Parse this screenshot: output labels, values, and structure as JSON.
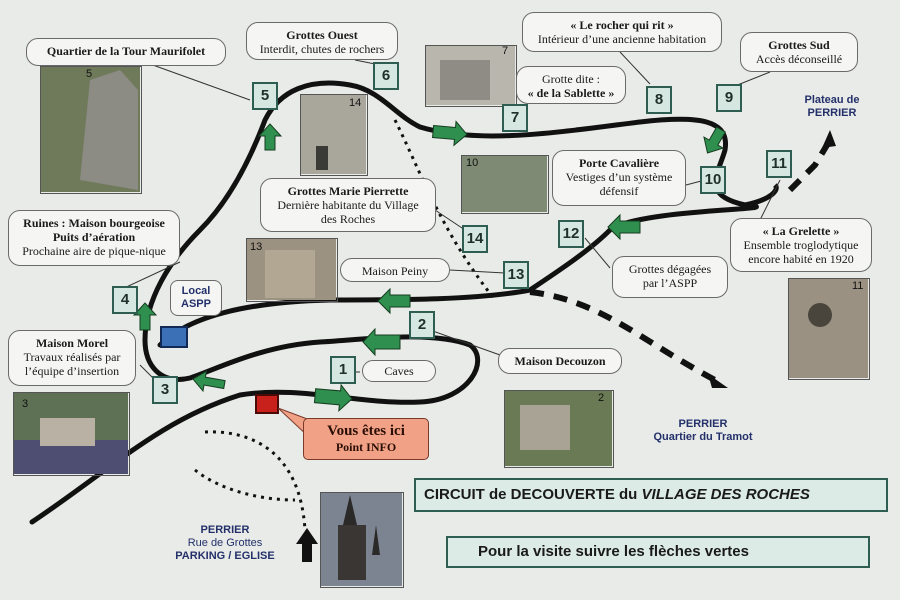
{
  "callouts": {
    "tour_maurifolet": {
      "title": "Quartier de la Tour Maurifolet"
    },
    "grottes_ouest": {
      "title": "Grottes Ouest",
      "text": "Interdit, chutes de rochers"
    },
    "rocher_qui_rit": {
      "title": "« Le rocher qui rit »",
      "text": "Intérieur d’une ancienne habitation"
    },
    "sablette": {
      "line1": "Grotte dite :",
      "title": "« de la Sablette »"
    },
    "grottes_sud": {
      "title": "Grottes Sud",
      "text": "Accès déconseillé"
    },
    "porte_cavaliere": {
      "title": "Porte Cavalière",
      "text": "Vestiges d’un système défensif"
    },
    "marie_pierrette": {
      "title": "Grottes Marie Pierrette",
      "text": "Dernière habitante du Village des Roches"
    },
    "ruines": {
      "title": "Ruines : Maison bourgeoise",
      "title2": "Puits d’aération",
      "text": "Prochaine aire de pique-nique"
    },
    "maison_peiny": {
      "text": "Maison Peiny"
    },
    "grottes_degagees": {
      "text": "Grottes dégagées par l’ASPP"
    },
    "grelette": {
      "title": "« La Grelette »",
      "text": "Ensemble troglodytique encore habité en 1920"
    },
    "maison_morel": {
      "title": "Maison Morel",
      "text": "Travaux réalisés par l’équipe d’insertion"
    },
    "caves": {
      "text": "Caves"
    },
    "maison_decouzon": {
      "text": "Maison Decouzon"
    }
  },
  "numbers": [
    "1",
    "2",
    "3",
    "4",
    "5",
    "6",
    "7",
    "8",
    "9",
    "10",
    "11",
    "12",
    "13",
    "14"
  ],
  "photo_numbers": [
    "5",
    "14",
    "7",
    "10",
    "13",
    "11",
    "3",
    "2"
  ],
  "local_aspp": {
    "line1": "Local",
    "line2": "ASPP"
  },
  "here": {
    "title": "Vous êtes ici",
    "subtitle": "Point INFO"
  },
  "places": {
    "plateau": {
      "line1": "Plateau de",
      "line2": "PERRIER"
    },
    "tramot": {
      "line1": "PERRIER",
      "line2": "Quartier du Tramot"
    },
    "parking": {
      "line1": "PERRIER",
      "line2": "Rue de Grottes",
      "line3": "PARKING / EGLISE"
    }
  },
  "banner": {
    "circuit_part1": "CIRCUIT de DECOUVERTE  du",
    "circuit_part2": "VILLAGE DES ROCHES",
    "instructions": "Pour la visite suivre les flèches vertes"
  },
  "colors": {
    "path": "#111111",
    "arrow": "#2f8f4e",
    "number_box": "#d6e6e0",
    "here_box": "#f1a286",
    "marker_red": "#c8201a",
    "marker_blue": "#3b6fb6"
  }
}
